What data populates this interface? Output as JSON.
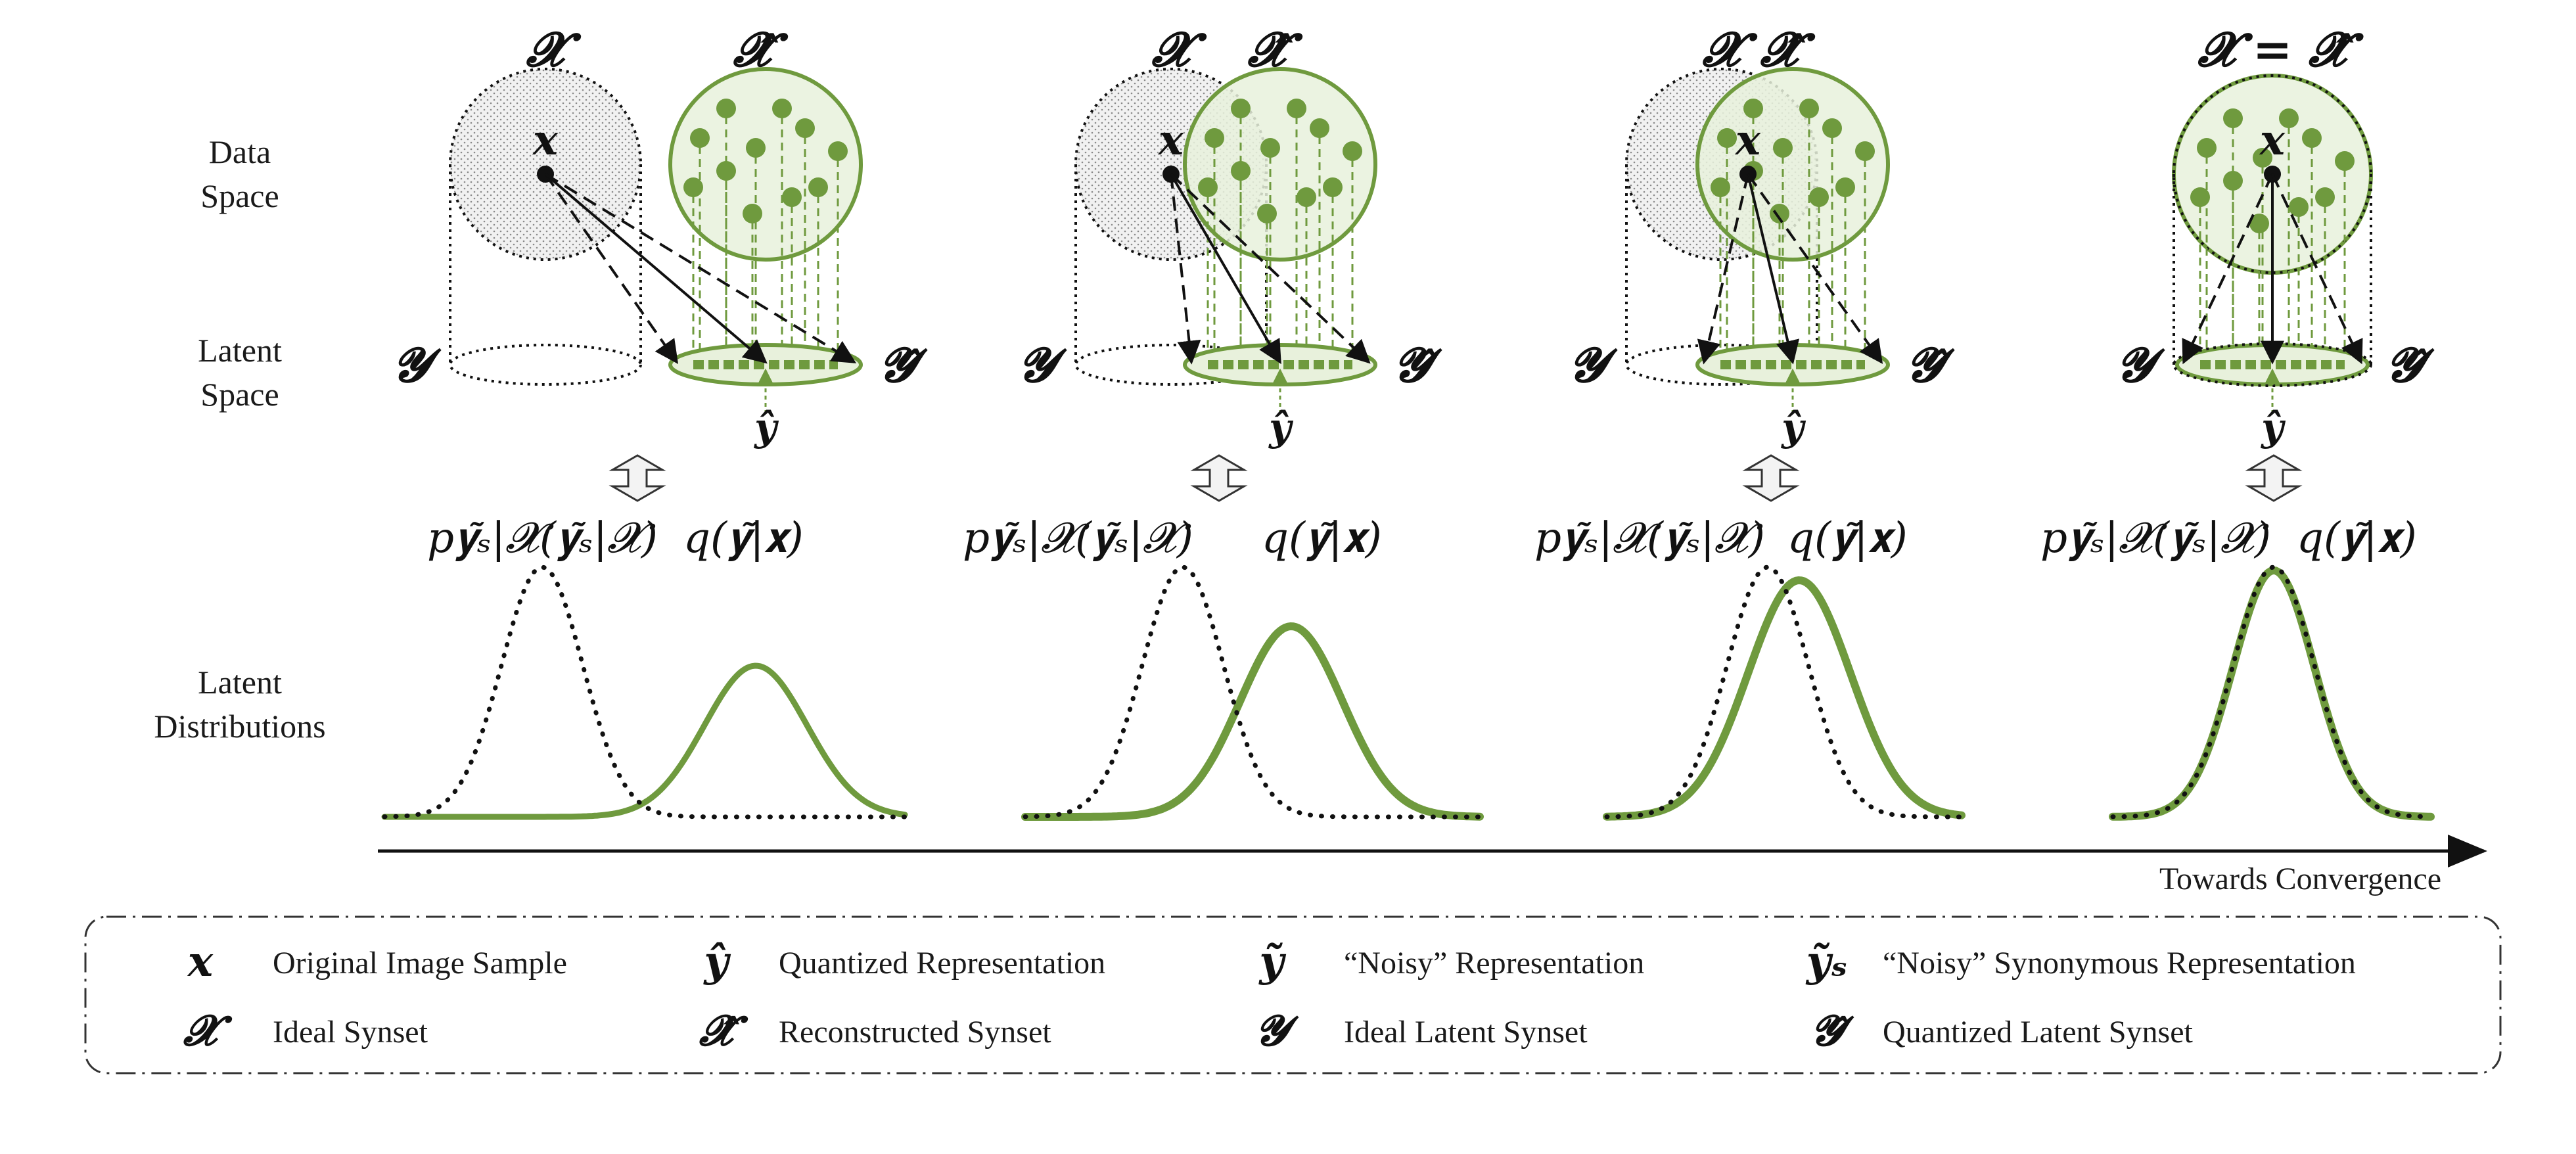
{
  "row_labels": {
    "data_space": [
      "Data",
      "Space"
    ],
    "latent_space": [
      "Latent",
      "Space"
    ],
    "latent_distributions": [
      "Latent",
      "Distributions"
    ]
  },
  "stages": [
    {
      "top_symbols": [
        "𝓧",
        "𝓧̂"
      ],
      "latent_symbols": [
        "𝓨",
        "𝓨̂"
      ],
      "y_hat_label": "ŷ",
      "x_label": "x",
      "formula_p": "p𝐲̃ₛ|𝓧(𝐲̃ₛ|𝓧)",
      "formula_q": "q(𝐲̃|𝐱)",
      "overlap": 0.0
    },
    {
      "top_symbols": [
        "𝓧",
        "𝓧̂"
      ],
      "latent_symbols": [
        "𝓨",
        "𝓨̂"
      ],
      "y_hat_label": "ŷ",
      "x_label": "x",
      "formula_p": "p𝐲̃ₛ|𝓧(𝐲̃ₛ|𝓧)",
      "formula_q": "q(𝐲̃|𝐱)",
      "overlap": 0.35
    },
    {
      "top_symbols": [
        "𝓧",
        "𝓧̂"
      ],
      "latent_symbols": [
        "𝓨",
        "𝓨̂"
      ],
      "y_hat_label": "ŷ",
      "x_label": "x",
      "formula_p": "p𝐲̃ₛ|𝓧(𝐲̃ₛ|𝓧)",
      "formula_q": "q(𝐲̃|𝐱)",
      "overlap": 0.7
    },
    {
      "top_symbols": [
        "𝓧 = 𝓧̂"
      ],
      "latent_symbols": [
        "𝓨",
        "𝓨̂"
      ],
      "y_hat_label": "ŷ",
      "x_label": "x",
      "formula_p": "p𝐲̃ₛ|𝓧(𝐲̃ₛ|𝓧)",
      "formula_q": "q(𝐲̃|𝐱)",
      "overlap": 1.0
    }
  ],
  "axis_label": "Towards Convergence",
  "legend": [
    {
      "symbol": "𝒙",
      "text": "Original Image Sample"
    },
    {
      "symbol": "ŷ",
      "text": "Quantized Representation"
    },
    {
      "symbol": "ỹ",
      "text": "“Noisy” Representation"
    },
    {
      "symbol": "ỹₛ",
      "text": "“Noisy” Synonymous Representation"
    },
    {
      "symbol": "𝓧",
      "text": "Ideal Synset"
    },
    {
      "symbol": "𝓧̂",
      "text": "Reconstructed Synset"
    },
    {
      "symbol": "𝓨",
      "text": "Ideal Latent Synset"
    },
    {
      "symbol": "𝓨̂",
      "text": "Quantized Latent Synset"
    }
  ],
  "colors": {
    "green": "#6f9a3e",
    "green_fill": "#e8f1dc",
    "black": "#111111",
    "stipple": "#9a9a9a"
  }
}
